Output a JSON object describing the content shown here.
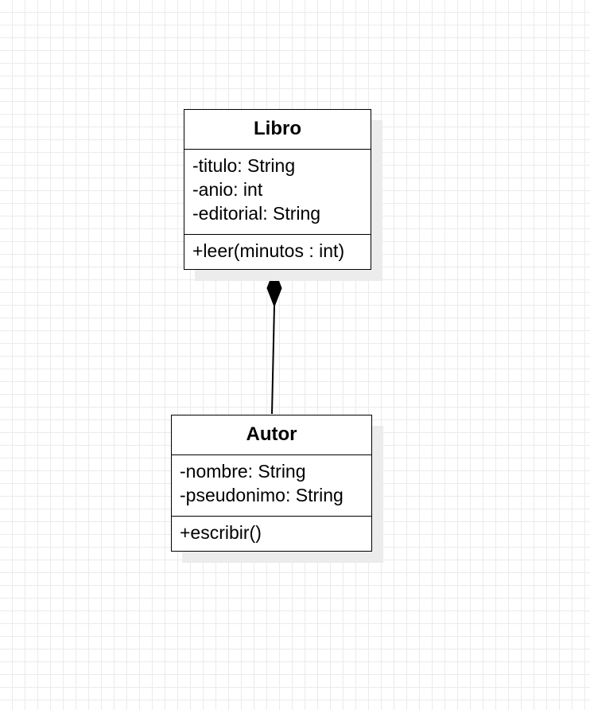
{
  "diagram": {
    "classes": [
      {
        "name": "Libro",
        "attributes": [
          "-titulo: String",
          "-anio: int",
          "-editorial: String"
        ],
        "operations": [
          "+leer(minutos : int)"
        ]
      },
      {
        "name": "Autor",
        "attributes": [
          "-nombre: String",
          "-pseudonimo: String"
        ],
        "operations": [
          "+escribir()"
        ]
      }
    ],
    "relationships": [
      {
        "type": "composition",
        "whole": "Libro",
        "part": "Autor"
      }
    ]
  }
}
